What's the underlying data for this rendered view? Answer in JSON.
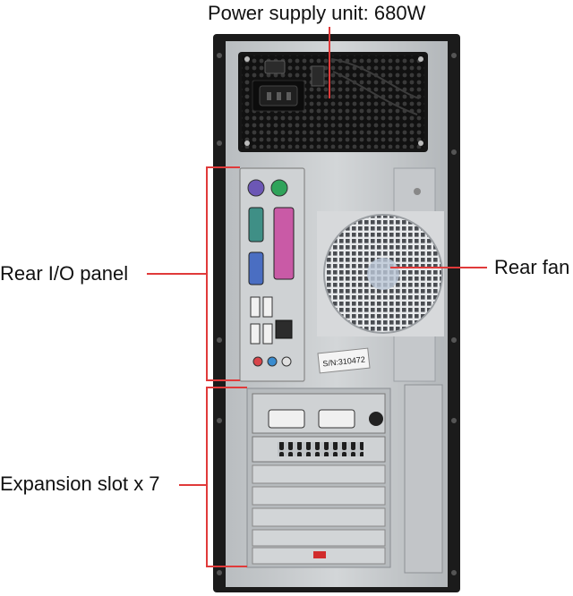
{
  "labels": {
    "psu": "Power supply unit: 680W",
    "rear_io": "Rear I/O panel",
    "rear_fan": "Rear fan",
    "expansion": "Expansion slot x 7"
  },
  "serial_sticker": "S/N:310472",
  "colors": {
    "callout_line": "#e03a3a",
    "chassis_frame": "#1b1b1b",
    "panel_metal": "#c9cccf",
    "psu_black": "#161616",
    "ps2_mouse": "#2fa35a",
    "ps2_keyboard": "#6c57b5",
    "serial_port": "#3f8f86",
    "parallel_port": "#c95aa6",
    "vga_port": "#4a6ec2",
    "slot_marker": "#d12b2b"
  },
  "icons": [
    "power-inlet-icon",
    "fan-grille-icon",
    "usb-port-icon",
    "ethernet-port-icon",
    "audio-jack-icon"
  ]
}
